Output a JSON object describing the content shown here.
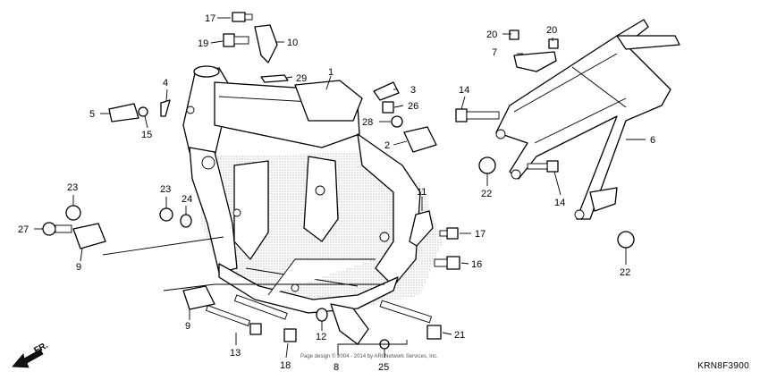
{
  "diagram": {
    "ref_code": "KRN8F3900",
    "copyright": "Page design © 2004 - 2014 by ARI Network Services, Inc.",
    "direction_label": "FR."
  },
  "callouts": {
    "c1": "1",
    "c2": "2",
    "c3": "3",
    "c4": "4",
    "c5": "5",
    "c6": "6",
    "c7": "7",
    "c8": "8",
    "c9a": "9",
    "c9b": "9",
    "c10": "10",
    "c11": "11",
    "c12": "12",
    "c13": "13",
    "c14a": "14",
    "c14b": "14",
    "c15": "15",
    "c16": "16",
    "c17a": "17",
    "c17b": "17",
    "c18": "18",
    "c19": "19",
    "c20a": "20",
    "c20b": "20",
    "c21": "21",
    "c22a": "22",
    "c22b": "22",
    "c23a": "23",
    "c23b": "23",
    "c24": "24",
    "c25": "25",
    "c26": "26",
    "c27": "27",
    "c28": "28",
    "c29": "29"
  }
}
